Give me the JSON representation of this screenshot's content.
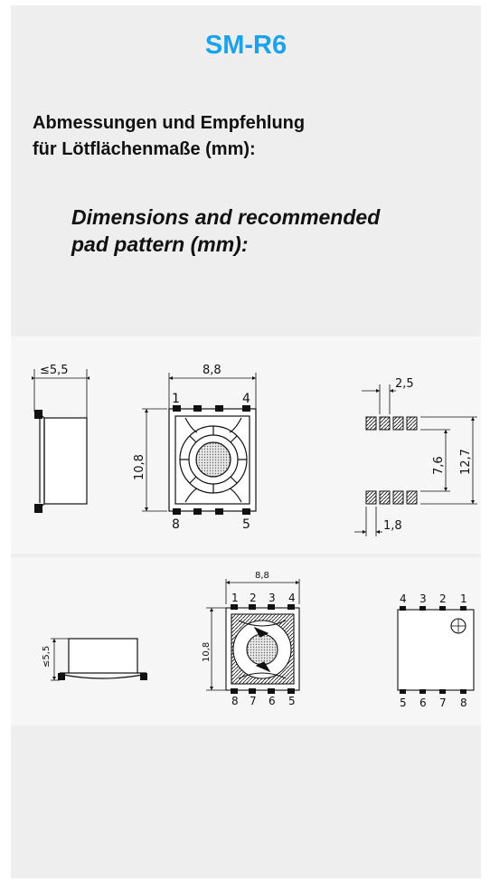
{
  "header": {
    "title": "SM-R6",
    "de_line1": "Abmessungen und Empfehlung",
    "de_line2": "für Lötflächenmaße (mm):",
    "en_line1": "Dimensions and recommended",
    "en_line2": "pad pattern (mm):"
  },
  "drawing_top": {
    "side_height_label": "≤5,5",
    "top_width_label": "8,8",
    "top_height_label": "10,8",
    "pin_1": "1",
    "pin_4": "4",
    "pin_8": "8",
    "pin_5": "5",
    "pad_pitch_label": "2,5",
    "pad_inner_label": "7,6",
    "pad_outer_label": "12,7",
    "pad_width_label": "1,8"
  },
  "drawing_bottom": {
    "side_height_label": "≤5,5",
    "top_width_label": "8,8",
    "top_height_label": "10,8",
    "pins_top": [
      "1",
      "2",
      "3",
      "4"
    ],
    "pins_bottom": [
      "8",
      "7",
      "6",
      "5"
    ],
    "bottom_pins_top": [
      "4",
      "3",
      "2",
      "1"
    ],
    "bottom_pins_bottom": [
      "5",
      "6",
      "7",
      "8"
    ]
  },
  "colors": {
    "title": "#1aa3e8",
    "panel": "#eeeeee",
    "band": "#f6f6f6",
    "line": "#111111"
  }
}
